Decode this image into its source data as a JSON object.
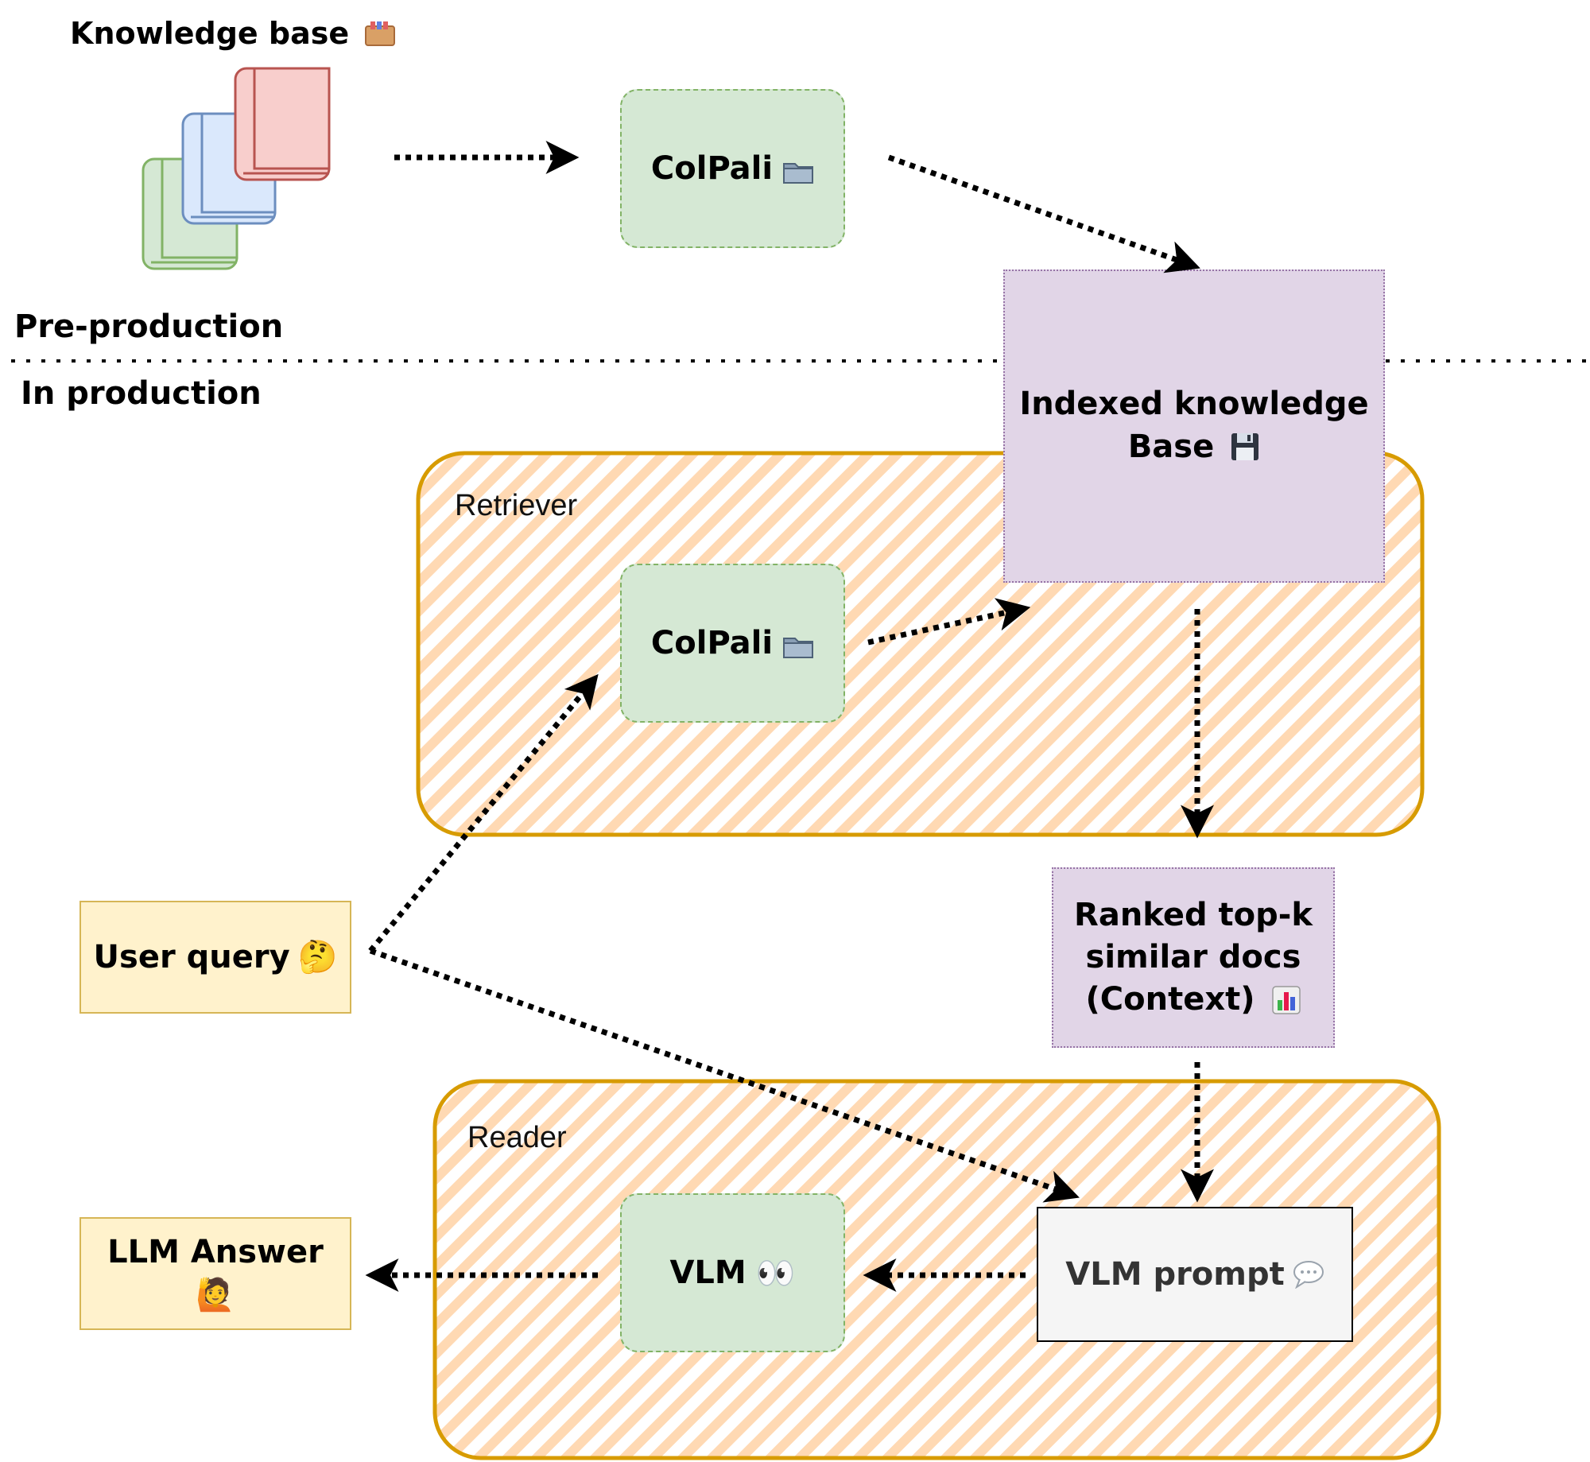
{
  "sections": {
    "pre_production": "Pre-production",
    "in_production": "In production"
  },
  "knowledge_base": {
    "label": "Knowledge base",
    "icon": "card-index-icon"
  },
  "colpali_top": {
    "label": "ColPali",
    "icon": "folder-icon"
  },
  "indexed_kb": {
    "line1": "Indexed knowledge",
    "line2": "Base",
    "icon": "floppy-disk-icon"
  },
  "retriever": {
    "label": "Retriever"
  },
  "colpali_retriever": {
    "label": "ColPali",
    "icon": "folder-icon"
  },
  "user_query": {
    "label": "User query",
    "icon": "thinking-face-icon",
    "glyph": "🤔"
  },
  "ranked_docs": {
    "line1": "Ranked top-k",
    "line2": "similar docs",
    "line3": "(Context)",
    "icon": "bar-chart-icon"
  },
  "reader": {
    "label": "Reader"
  },
  "vlm": {
    "label": "VLM",
    "icon": "eyes-icon",
    "glyph": "👀"
  },
  "vlm_prompt": {
    "label": "VLM prompt",
    "icon": "speech-bubble-icon"
  },
  "llm_answer": {
    "label": "LLM Answer",
    "icon": "person-raising-hand-icon",
    "glyph": "🙋"
  },
  "colors": {
    "green_fill": "#d5e8d4",
    "green_border": "#82b366",
    "purple_fill": "#e1d5e7",
    "purple_border": "#9673a6",
    "yellow_fill": "#fff2cc",
    "yellow_border": "#d6b656",
    "container_border": "#d79b00",
    "container_hatch": "#ffcc99",
    "book_red": "#f8cecc",
    "book_blue": "#dae8fc",
    "book_green": "#d5e8d4"
  }
}
